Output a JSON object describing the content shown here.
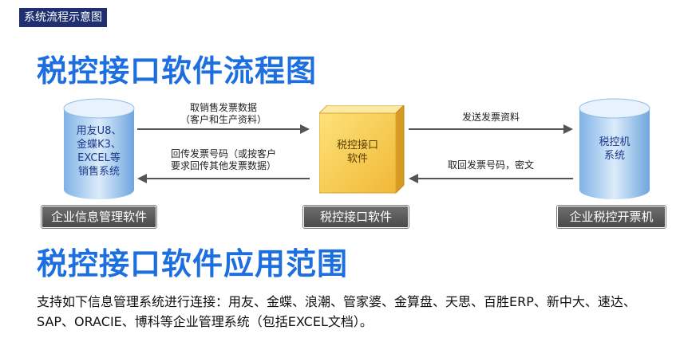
{
  "header": {
    "tag": "系统流程示意图"
  },
  "title_flow": "税控接口软件流程图",
  "title_scope": "税控接口软件应用范围",
  "nodes": {
    "left": {
      "text": "用友U8、\n金蝶K3、\nEXCEL等\n销售系统",
      "label": "企业信息管理软件"
    },
    "center": {
      "text": "税控接口\n软件",
      "label": "税控接口软件"
    },
    "right": {
      "text": "税控机\n系统",
      "label": "企业税控开票机"
    }
  },
  "arrows": {
    "left_to_center": "取销售发票数据\n（客户和生产资料）",
    "center_to_left": "回传发票号码（或按客户\n要求回传其他发票数据）",
    "center_to_right": "发送发票资料",
    "right_to_center": "取回发票号码，密文"
  },
  "description": "支持如下信息管理系统进行连接：用友、金蝶、浪潮、管家婆、金算盘、天思、百胜ERP、新中大、速达、SAP、ORACIE、博科等企业管理系统（包括EXCEL文档）。",
  "colors": {
    "title_blue": "#1d6fe0",
    "tag_bg": "#1f2f6f",
    "box_yellow": "#f5c84a",
    "cylinder_blue": "#9cc6ec"
  }
}
